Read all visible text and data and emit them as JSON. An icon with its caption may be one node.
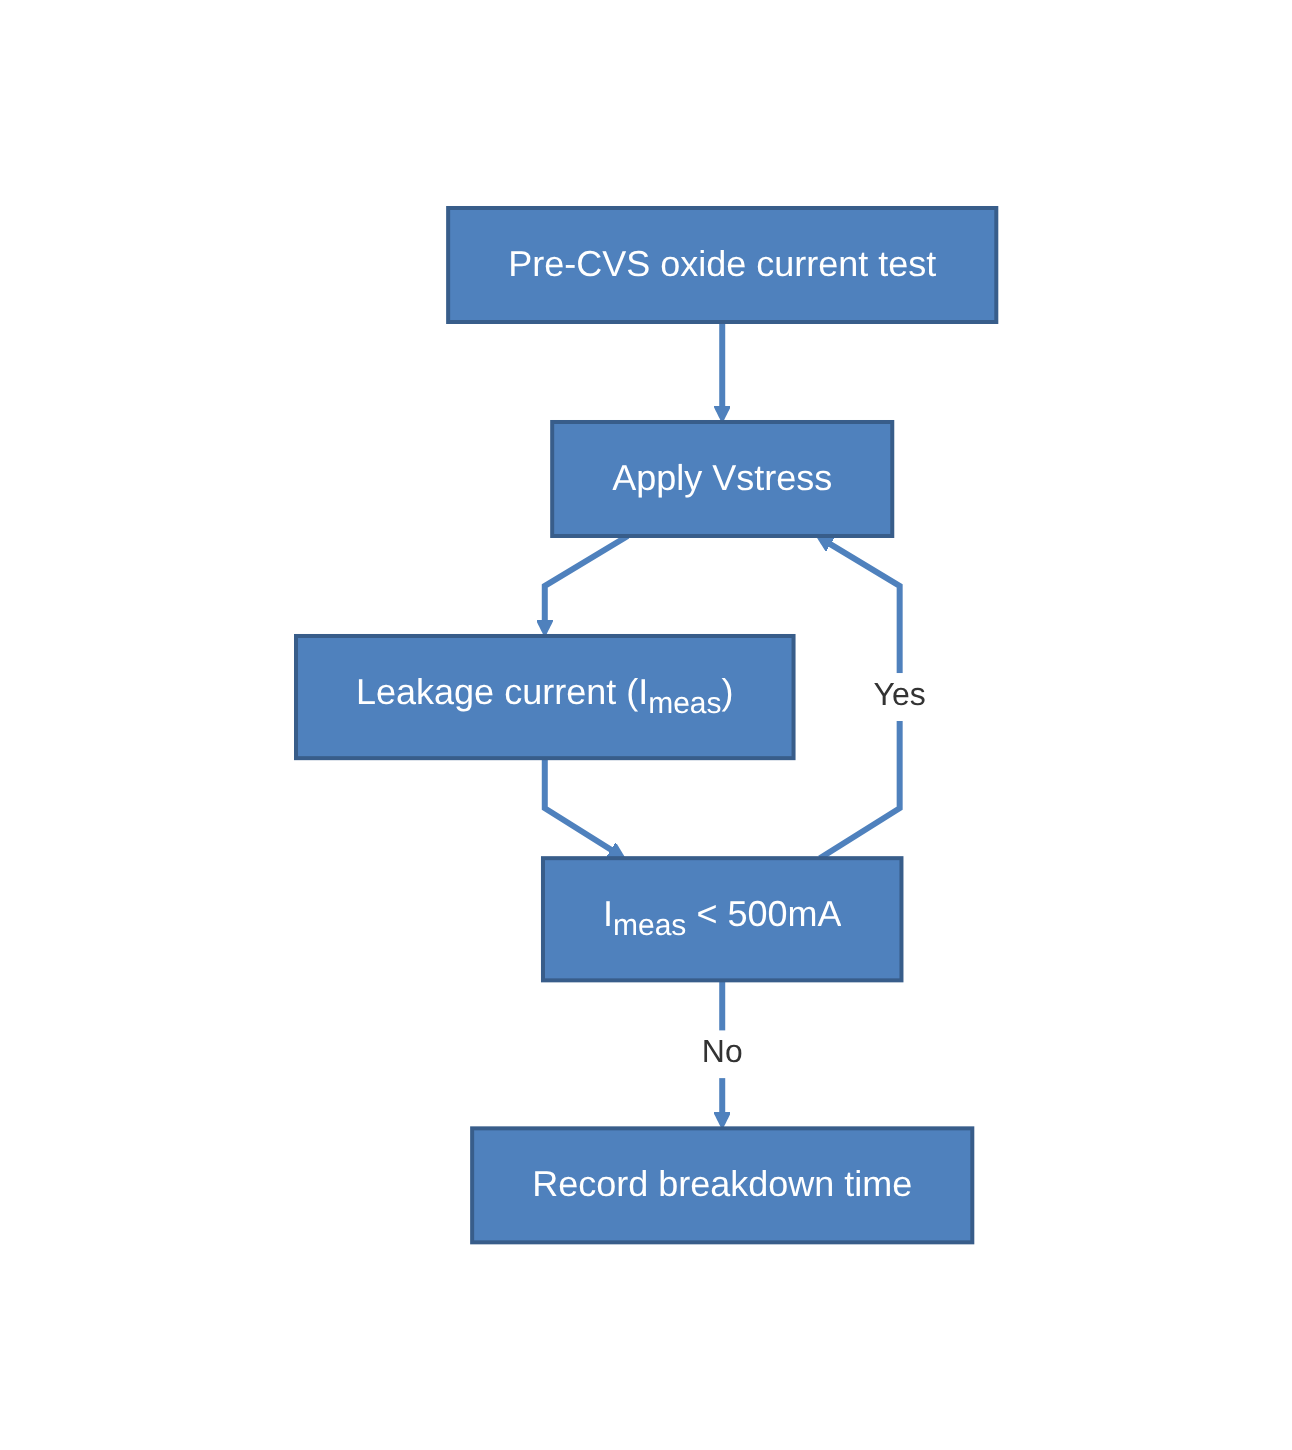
{
  "diagram": {
    "nodes": [
      {
        "text": [
          "Pre-CVS oxide current test"
        ]
      },
      {
        "text": [
          "Apply Vstress"
        ]
      },
      {
        "text": [
          "Leakage current (I$_{meas}$)"
        ]
      },
      {
        "text": [
          "I$_{meas}$ < 500mA"
        ]
      },
      {
        "text": [
          "Record breakdown time"
        ]
      }
    ],
    "edges": [
      {
        "from": 0,
        "to": 1,
        "arrow": "to"
      },
      {
        "from": 1,
        "to": 2,
        "arrow": "to"
      },
      {
        "from": 2,
        "to": 3,
        "arrow": "to"
      },
      {
        "from": 3,
        "to": 4,
        "arrow": "to",
        "label": "No"
      },
      {
        "from": 3,
        "to": 1,
        "arrow": "to",
        "label": "Yes"
      }
    ]
  }
}
